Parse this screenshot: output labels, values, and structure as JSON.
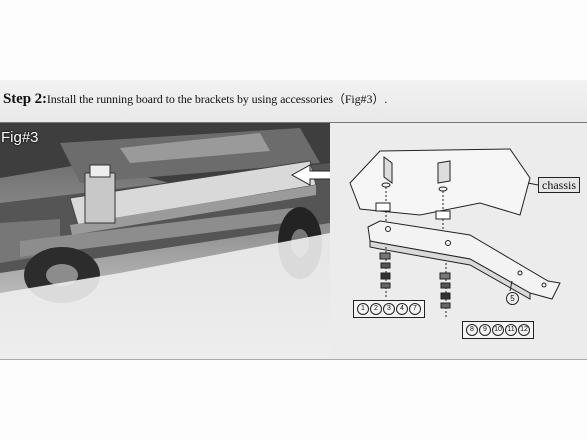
{
  "document": {
    "step_lead": "Step 2:",
    "step_text": "Install  the running board  to the brackets by using accessories（Fig#3）."
  },
  "figure": {
    "label": "Fig#3",
    "chassis_label": "chassis",
    "callout_number": "5",
    "left_parts": [
      "1",
      "2",
      "3",
      "4",
      "7"
    ],
    "right_parts": [
      "8",
      "9",
      "10",
      "11",
      "12"
    ]
  }
}
